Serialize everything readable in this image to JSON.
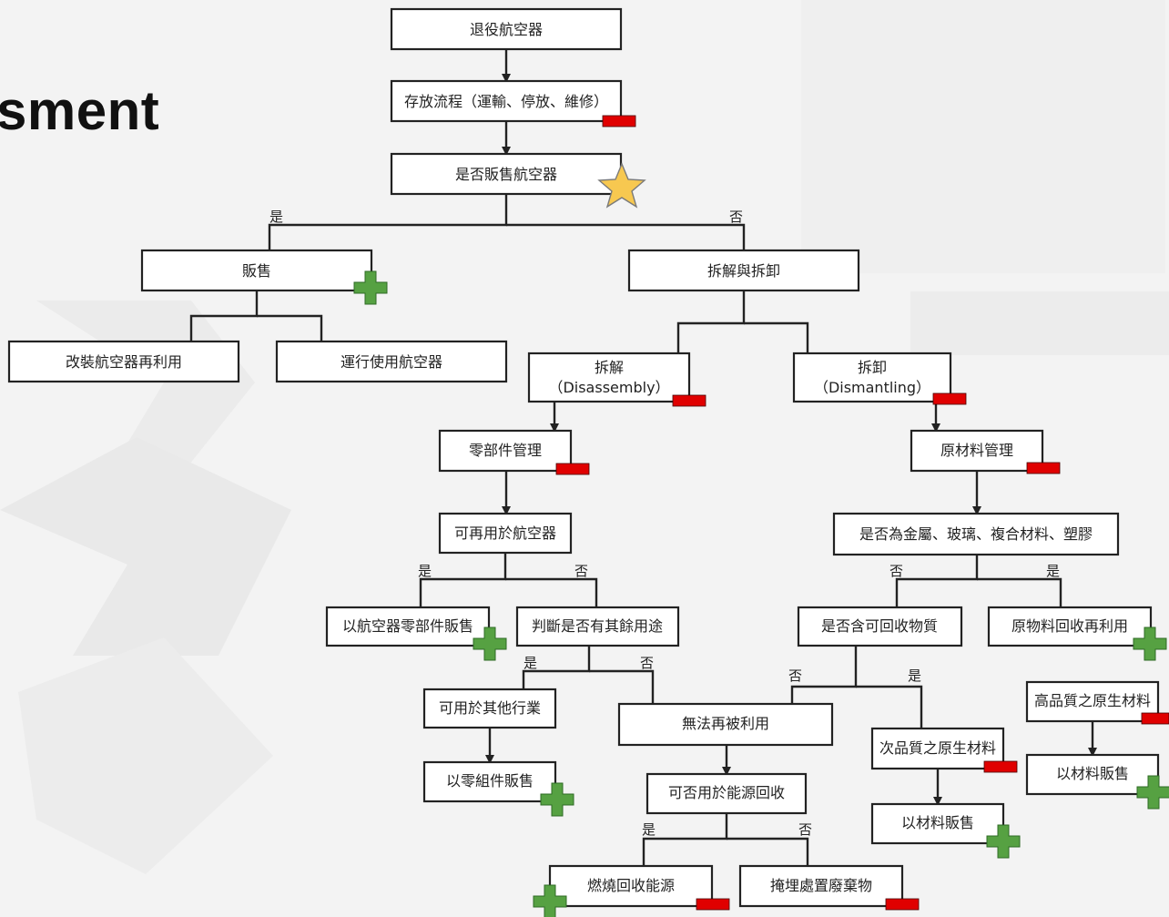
{
  "heading": "sment",
  "nodes": {
    "retire": "退役航空器",
    "storage": "存放流程（運輸、停放、維修）",
    "sell_q": "是否販售航空器",
    "sell": "販售",
    "disassemble": "拆解與拆卸",
    "refit": "改裝航空器再利用",
    "operate": "運行使用航空器",
    "disassembly_cn": "拆解",
    "disassembly_en": "（Disassembly）",
    "dismantling_cn": "拆卸",
    "dismantling_en": "（Dismantling）",
    "parts_mgmt": "零部件管理",
    "material_mgmt": "原材料管理",
    "reuse_q": "可再用於航空器",
    "material_q": "是否為金屬、玻璃、複合材料、塑膠",
    "sell_parts": "以航空器零部件販售",
    "other_use_q": "判斷是否有其餘用途",
    "recyclable_q": "是否含可回收物質",
    "material_recycle": "原物料回收再利用",
    "other_industry": "可用於其他行業",
    "no_reuse": "無法再被利用",
    "high_quality": "高品質之原生材料",
    "low_quality": "次品質之原生材料",
    "sell_components": "以零組件販售",
    "energy_q": "可否用於能源回收",
    "sell_material_right": "以材料販售",
    "sell_material_mid": "以材料販售",
    "incinerate": "燃燒回收能源",
    "landfill": "掩埋處置廢棄物"
  },
  "labels": {
    "yes": "是",
    "no": "否"
  }
}
